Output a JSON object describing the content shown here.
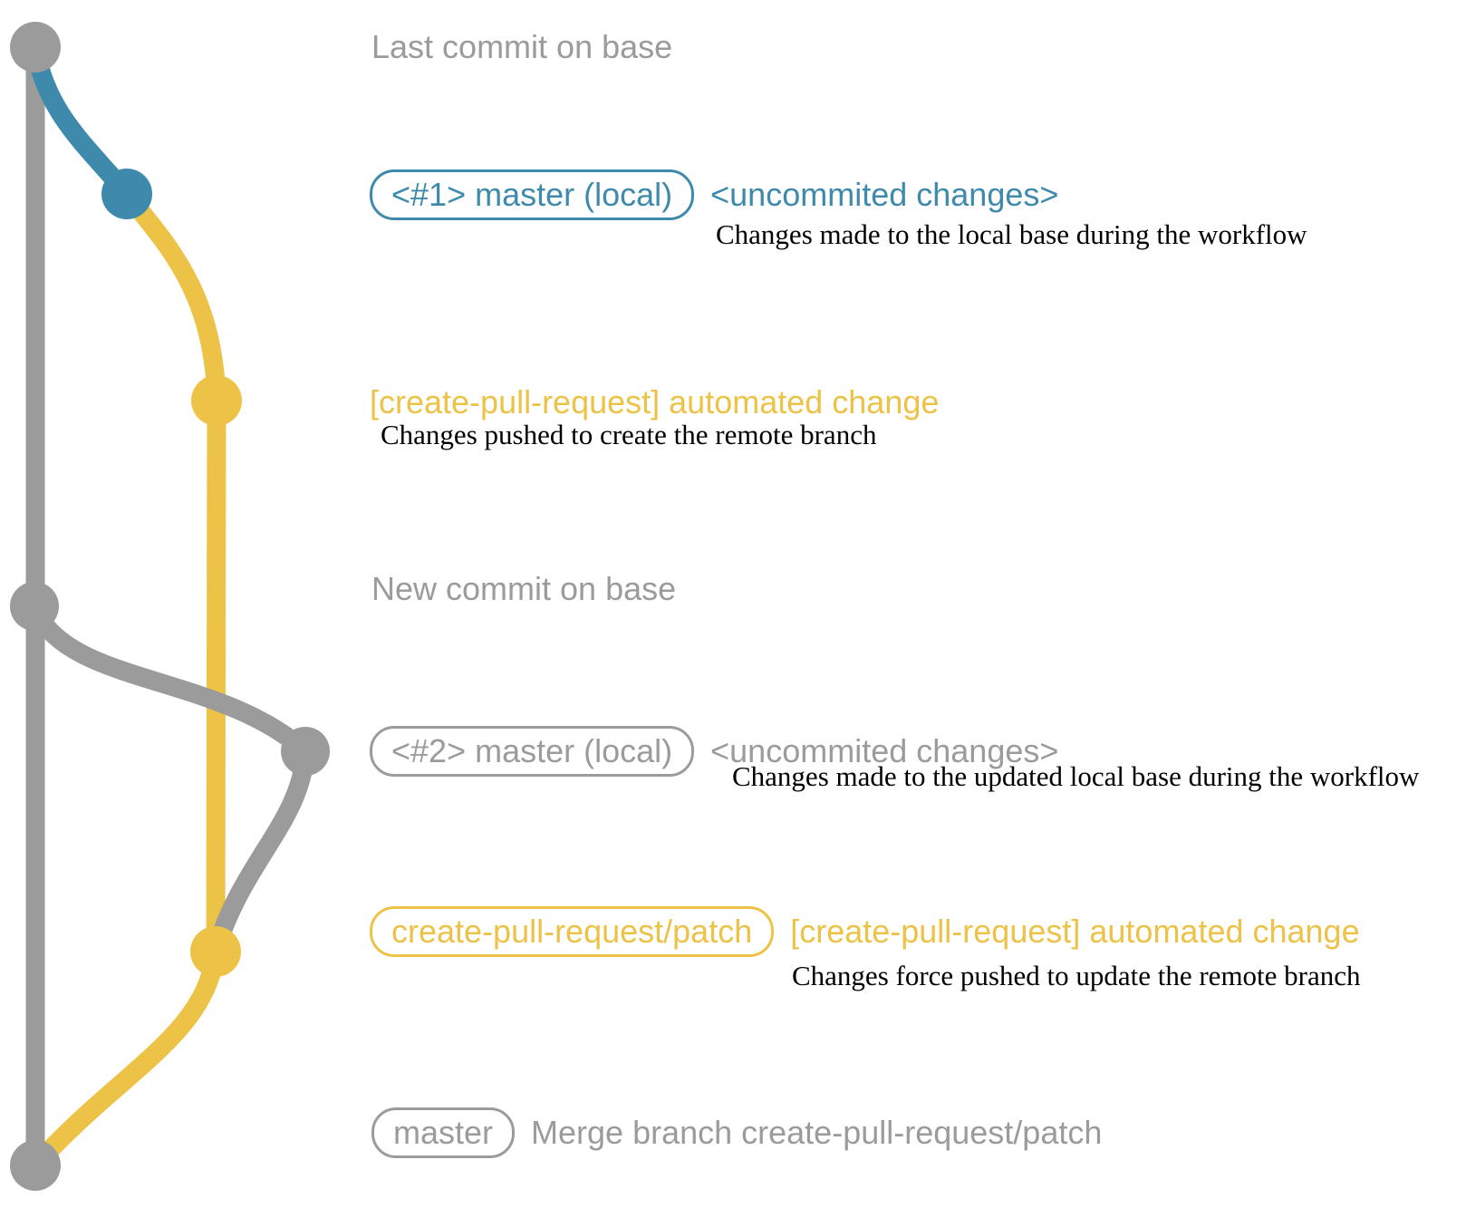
{
  "colors": {
    "base_gray": "#9b9b9b",
    "label_gray": "#9e9e9e",
    "branch_blue": "#3e8aac",
    "branch_yellow": "#ecc247",
    "caption_black": "#000000"
  },
  "rows": {
    "last_commit": {
      "text": "Last commit on base"
    },
    "local1": {
      "badge": "<#1> master (local)",
      "side": "<uncommited changes>",
      "caption": "Changes made to the local base during the workflow"
    },
    "remote1": {
      "side": "[create-pull-request] automated change",
      "caption": "Changes pushed to create the remote branch"
    },
    "new_commit": {
      "text": "New commit on base"
    },
    "local2": {
      "badge": "<#2> master (local)",
      "side": "<uncommited changes>",
      "caption": "Changes made to the updated local base during the workflow"
    },
    "remote2": {
      "badge": "create-pull-request/patch",
      "side": "[create-pull-request] automated change",
      "caption": "Changes force pushed to update the remote branch"
    },
    "merge": {
      "badge": "master",
      "side": "Merge branch create-pull-request/patch"
    }
  }
}
